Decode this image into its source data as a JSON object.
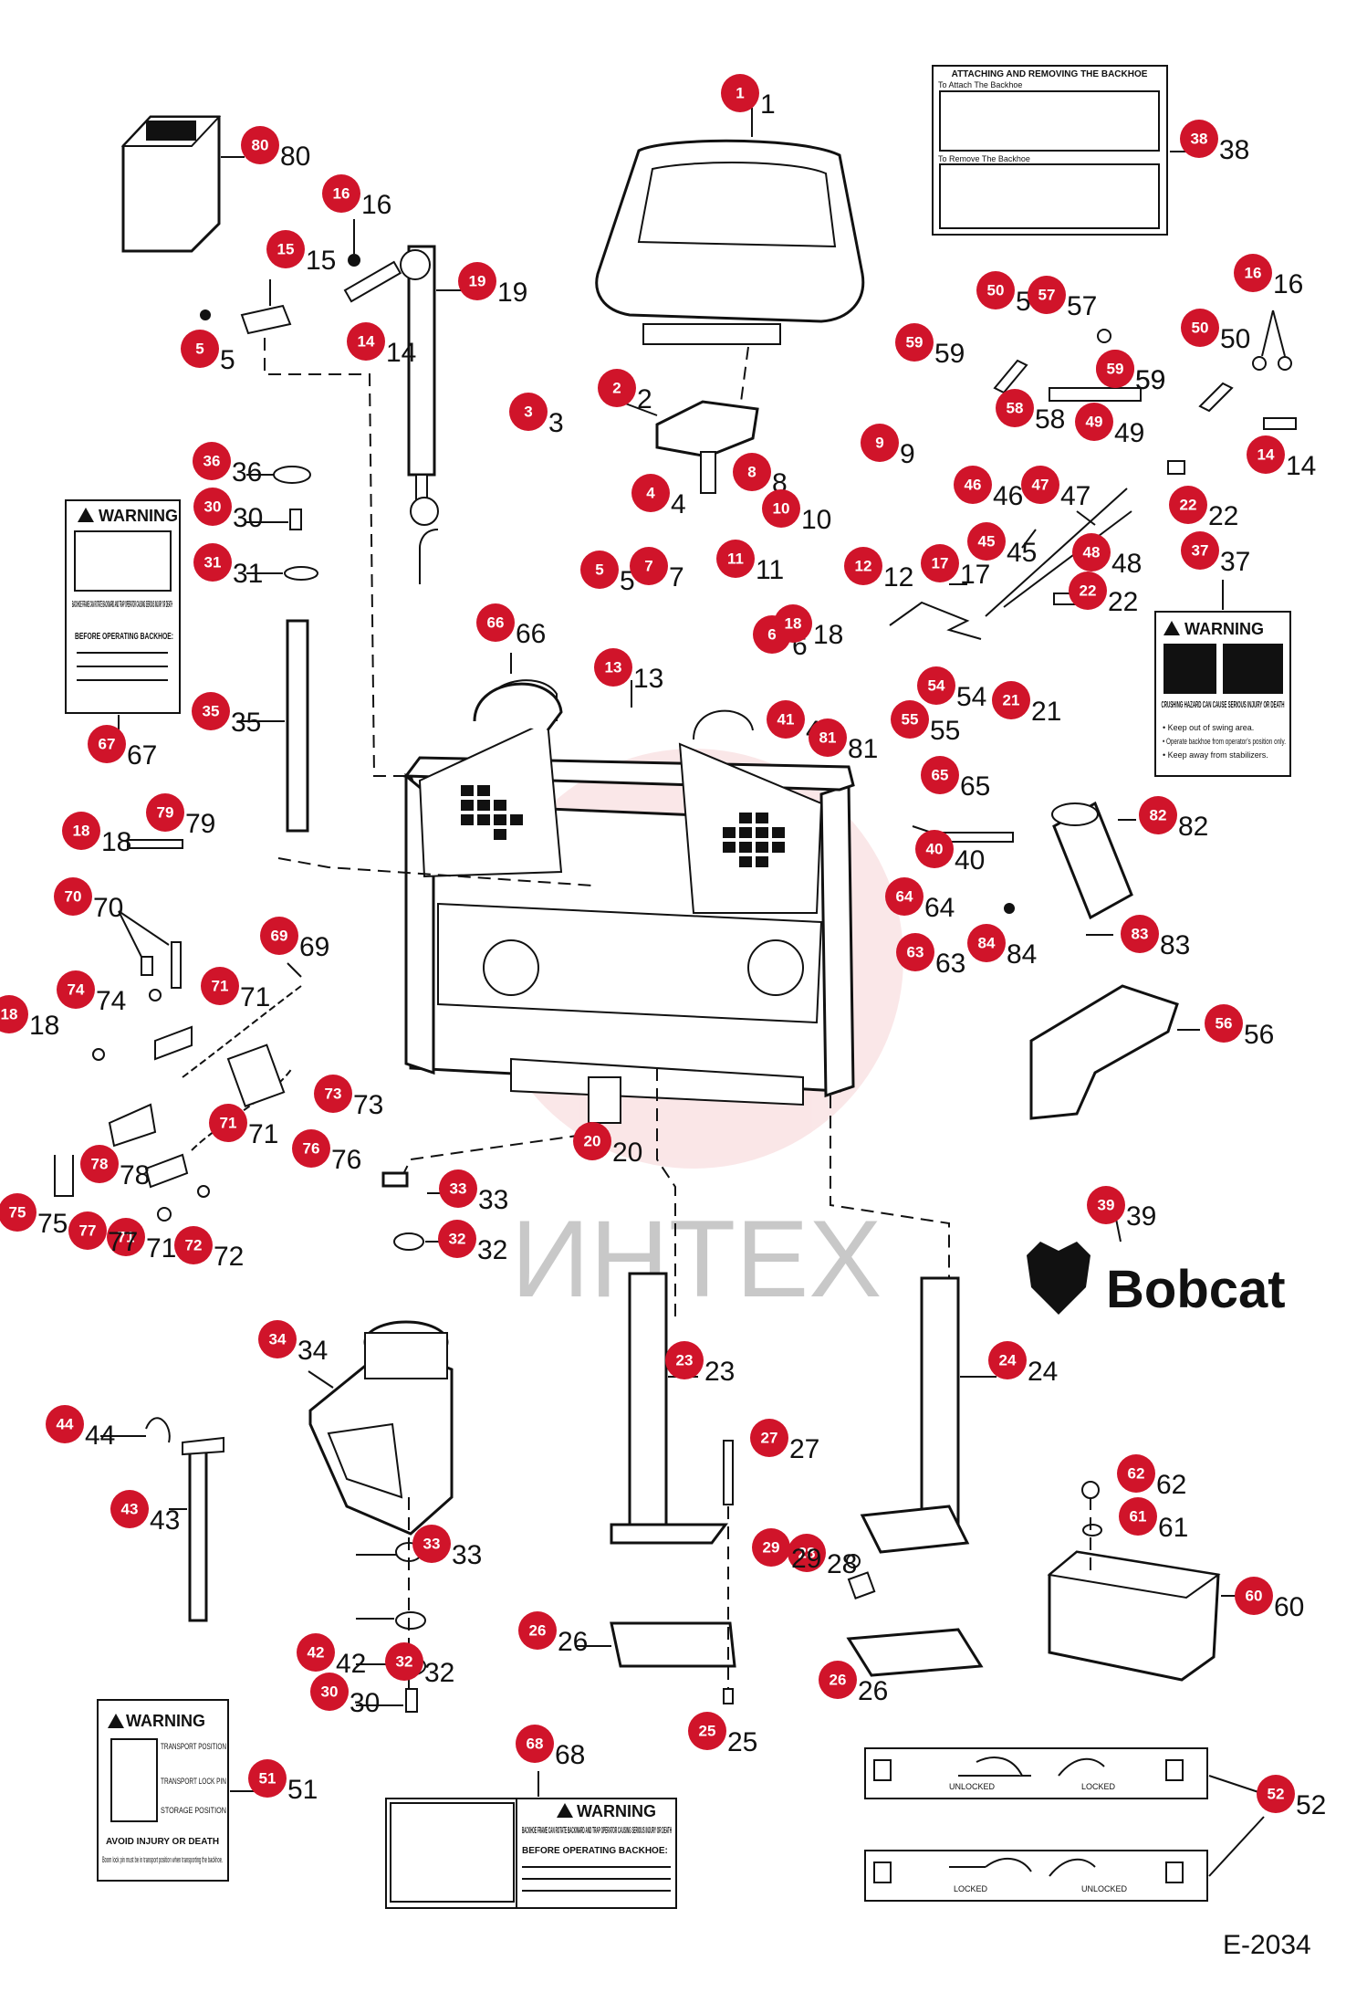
{
  "diagram_code": "E-2034",
  "brand_name": "Bobcat",
  "watermark": "ИНТЕХ",
  "decal_attaching": {
    "title": "ATTACHING AND REMOVING THE BACKHOE",
    "sub1": "To Attach The Backhoe",
    "sub2": "To Remove The Backhoe"
  },
  "warning_37": {
    "header": "WARNING",
    "hazard": "CRUSHING HAZARD CAN CAUSE SERIOUS INJURY OR DEATH",
    "bullet1": "• Keep out of swing area.",
    "bullet2": "• Operate backhoe from operator's position only.",
    "bullet3": "• Keep away from stabilizers."
  },
  "warning_67": {
    "header": "WARNING",
    "hazard": "BACKHOE FRAME CAN ROTATE BACKWARD AND TRAP OPERATOR CAUSING SERIOUS INJURY OR DEATH",
    "before": "BEFORE OPERATING BACKHOE:"
  },
  "warning_51": {
    "header": "WARNING",
    "label_transport": "TRANSPORT POSITION",
    "label_lockpin": "TRANSPORT LOCK PIN",
    "label_storage": "STORAGE POSITION",
    "avoid": "AVOID INJURY OR DEATH",
    "text": "Boom lock pin must be in transport position when transporting the backhoe."
  },
  "warning_68": {
    "header": "WARNING",
    "hazard": "BACKHOE FRAME CAN ROTATE BACKWARD AND TRAP OPERATOR CAUSING SERIOUS INJURY OR DEATH",
    "before": "BEFORE OPERATING BACKHOE:"
  },
  "lock_decal": {
    "unlocked": "UNLOCKED",
    "locked": "LOCKED"
  },
  "callouts": [
    {
      "n": "1"
    },
    {
      "n": "2"
    },
    {
      "n": "3"
    },
    {
      "n": "4"
    },
    {
      "n": "5"
    },
    {
      "n": "5"
    },
    {
      "n": "6"
    },
    {
      "n": "7"
    },
    {
      "n": "8"
    },
    {
      "n": "9"
    },
    {
      "n": "10"
    },
    {
      "n": "11"
    },
    {
      "n": "12"
    },
    {
      "n": "13"
    },
    {
      "n": "14"
    },
    {
      "n": "14"
    },
    {
      "n": "15"
    },
    {
      "n": "16"
    },
    {
      "n": "16"
    },
    {
      "n": "17"
    },
    {
      "n": "18"
    },
    {
      "n": "18"
    },
    {
      "n": "18"
    },
    {
      "n": "19"
    },
    {
      "n": "20"
    },
    {
      "n": "21"
    },
    {
      "n": "22"
    },
    {
      "n": "22"
    },
    {
      "n": "23"
    },
    {
      "n": "24"
    },
    {
      "n": "25"
    },
    {
      "n": "26"
    },
    {
      "n": "26"
    },
    {
      "n": "27"
    },
    {
      "n": "28"
    },
    {
      "n": "29"
    },
    {
      "n": "30"
    },
    {
      "n": "30"
    },
    {
      "n": "31"
    },
    {
      "n": "32"
    },
    {
      "n": "32"
    },
    {
      "n": "33"
    },
    {
      "n": "33"
    },
    {
      "n": "34"
    },
    {
      "n": "35"
    },
    {
      "n": "36"
    },
    {
      "n": "37"
    },
    {
      "n": "38"
    },
    {
      "n": "39"
    },
    {
      "n": "40"
    },
    {
      "n": "41"
    },
    {
      "n": "42"
    },
    {
      "n": "43"
    },
    {
      "n": "44"
    },
    {
      "n": "45"
    },
    {
      "n": "46"
    },
    {
      "n": "47"
    },
    {
      "n": "48"
    },
    {
      "n": "49"
    },
    {
      "n": "50"
    },
    {
      "n": "50"
    },
    {
      "n": "51"
    },
    {
      "n": "52"
    },
    {
      "n": "54"
    },
    {
      "n": "55"
    },
    {
      "n": "56"
    },
    {
      "n": "57"
    },
    {
      "n": "58"
    },
    {
      "n": "59"
    },
    {
      "n": "59"
    },
    {
      "n": "59"
    },
    {
      "n": "60"
    },
    {
      "n": "61"
    },
    {
      "n": "62"
    },
    {
      "n": "63"
    },
    {
      "n": "64"
    },
    {
      "n": "65"
    },
    {
      "n": "66"
    },
    {
      "n": "67"
    },
    {
      "n": "68"
    },
    {
      "n": "69"
    },
    {
      "n": "70"
    },
    {
      "n": "71"
    },
    {
      "n": "71"
    },
    {
      "n": "71"
    },
    {
      "n": "72"
    },
    {
      "n": "73"
    },
    {
      "n": "74"
    },
    {
      "n": "75"
    },
    {
      "n": "76"
    },
    {
      "n": "77"
    },
    {
      "n": "78"
    },
    {
      "n": "79"
    },
    {
      "n": "80"
    },
    {
      "n": "81"
    },
    {
      "n": "82"
    },
    {
      "n": "83"
    },
    {
      "n": "84"
    }
  ]
}
